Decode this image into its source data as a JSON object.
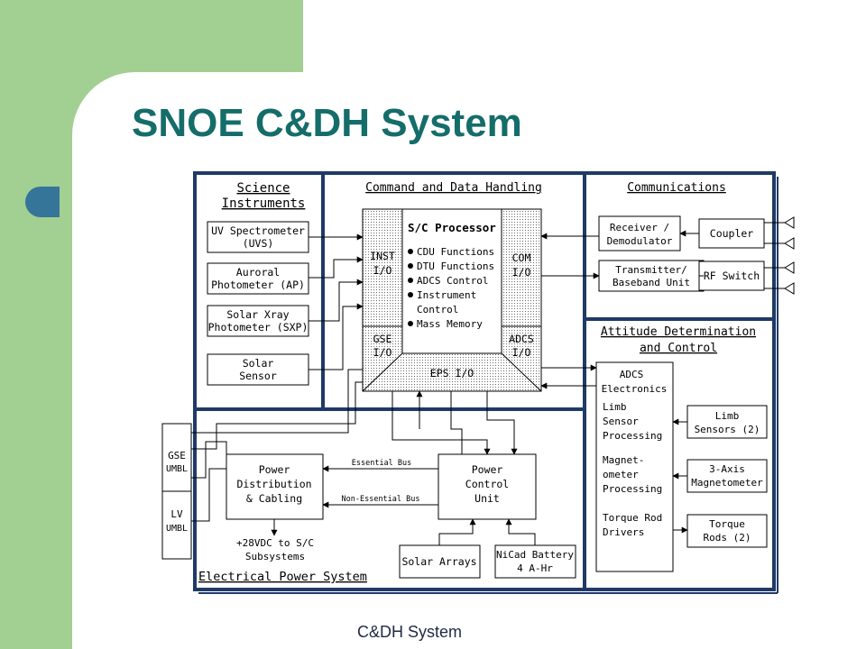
{
  "slide": {
    "title": "SNOE C&DH System",
    "footer": "C&DH System"
  },
  "diagram": {
    "science": {
      "heading_1": "Science",
      "heading_2": "Instruments",
      "uvs_1": "UV Spectrometer",
      "uvs_2": "(UVS)",
      "ap_1": "Auroral",
      "ap_2": "Photometer (AP)",
      "sxp_1": "Solar Xray",
      "sxp_2": "Photometer (SXP)",
      "sensor_1": "Solar",
      "sensor_2": "Sensor"
    },
    "cdh": {
      "heading": "Command and Data Handling",
      "processor_title": "S/C Processor",
      "functions": [
        "CDU Functions",
        "DTU Functions",
        "ADCS Control",
        "Instrument",
        "Control",
        "Mass Memory"
      ],
      "inst_io_1": "INST",
      "inst_io_2": "I/O",
      "com_io_1": "COM",
      "com_io_2": "I/O",
      "gse_io_1": "GSE",
      "gse_io_2": "I/O",
      "adcs_io_1": "ADCS",
      "adcs_io_2": "I/O",
      "eps_io": "EPS I/O"
    },
    "comms": {
      "heading": "Communications",
      "receiver_1": "Receiver /",
      "receiver_2": "Demodulator",
      "transmitter_1": "Transmitter/",
      "transmitter_2": "Baseband Unit",
      "coupler": "Coupler",
      "rf_switch": "RF Switch"
    },
    "adcs": {
      "heading_1": "Attitude Determination",
      "heading_2": "and Control",
      "electronics_1": "ADCS",
      "electronics_2": "Electronics",
      "limb_proc_1": "Limb",
      "limb_proc_2": "Sensor",
      "limb_proc_3": "Processing",
      "mag_proc_1": "Magnet-",
      "mag_proc_2": "ometer",
      "mag_proc_3": "Processing",
      "torque_drv_1": "Torque Rod",
      "torque_drv_2": "Drivers",
      "limb_sensors_1": "Limb",
      "limb_sensors_2": "Sensors (2)",
      "magnetometer_1": "3-Axis",
      "magnetometer_2": "Magnetometer",
      "torque_rods_1": "Torque",
      "torque_rods_2": "Rods (2)"
    },
    "eps": {
      "heading": "Electrical Power System",
      "pdc_1": "Power",
      "pdc_2": "Distribution",
      "pdc_3": "& Cabling",
      "pcu_1": "Power",
      "pcu_2": "Control",
      "pcu_3": "Unit",
      "essential_bus": "Essential Bus",
      "non_essential_bus": "Non-Essential Bus",
      "vdc_1": "+28VDC to S/C",
      "vdc_2": "Subsystems",
      "solar_arrays": "Solar Arrays",
      "battery_1": "NiCad Battery",
      "battery_2": "4 A-Hr"
    },
    "umbilicals": {
      "gse_1": "GSE",
      "gse_2": "UMBL",
      "lv_1": "LV",
      "lv_2": "UMBL"
    }
  }
}
